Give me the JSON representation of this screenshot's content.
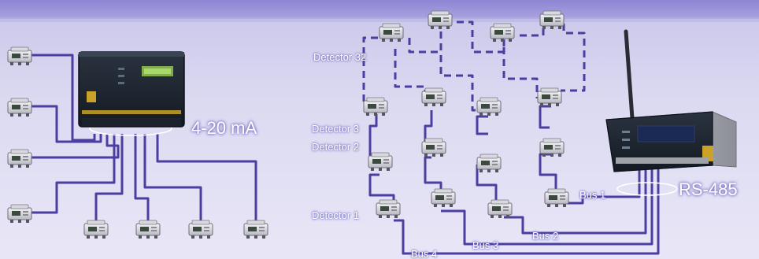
{
  "colors": {
    "background_top": "#c9c6ea",
    "background_bottom": "#e8e6f6",
    "header_band": "#8f88d4",
    "cable": "#4a3fa0",
    "label_text": "#ffffff"
  },
  "icons": {
    "detector": "gas-detector-unit-icon",
    "controller_analog": "analog-control-panel-icon",
    "controller_digital": "digital-control-panel-icon",
    "antenna": "antenna-icon"
  },
  "left_system": {
    "label": "4-20 mA",
    "detector_count": 8
  },
  "right_system": {
    "label": "RS-485",
    "detector_count": 16,
    "detector_labels": {
      "detector_32": "Detector 32",
      "detector_3": "Detector 3",
      "detector_2": "Detector 2",
      "detector_1": "Detector 1"
    },
    "bus_labels": {
      "bus_1": "Bus 1",
      "bus_2": "Bus 2",
      "bus_3": "Bus 3",
      "bus_4": "Bus 4"
    }
  }
}
